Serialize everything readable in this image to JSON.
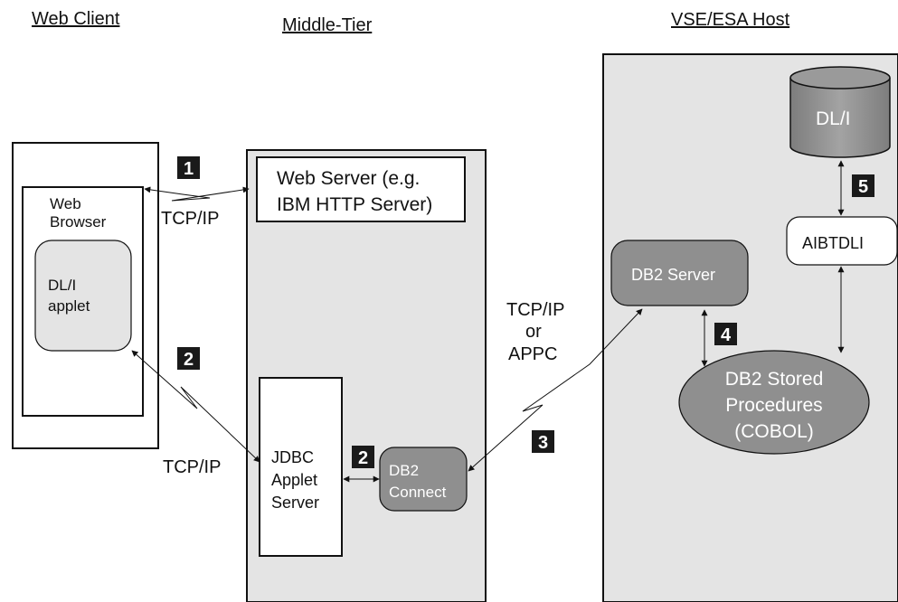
{
  "columns": {
    "web_client": "Web Client",
    "middle_tier": "Middle-Tier",
    "host": "VSE/ESA Host"
  },
  "web_client": {
    "browser_line1": "Web",
    "browser_line2": "Browser",
    "applet_line1": "DL/I",
    "applet_line2": "applet"
  },
  "middle_tier": {
    "web_server_line1": "Web Server (e.g.",
    "web_server_line2": "IBM HTTP Server)",
    "jdbc_line1": "JDBC",
    "jdbc_line2": "Applet",
    "jdbc_line3": "Server",
    "db2connect_line1": "DB2",
    "db2connect_line2": "Connect"
  },
  "host": {
    "dli_db": "DL/I",
    "aibtdli": "AIBTDLI",
    "db2_server": "DB2 Server",
    "stored_line1": "DB2 Stored",
    "stored_line2": "Procedures",
    "stored_line3": "(COBOL)"
  },
  "connections": {
    "tcpip_1": "TCP/IP",
    "tcpip_2": "TCP/IP",
    "host_line1": "TCP/IP",
    "host_line2": "or",
    "host_line3": "APPC"
  },
  "badges": {
    "b1": "1",
    "b2a": "2",
    "b2b": "2",
    "b3": "3",
    "b4": "4",
    "b5": "5"
  },
  "colors": {
    "panel_fill": "#e4e4e4",
    "shape_dark": "#8f8f8f",
    "shape_light": "#e4e4e4",
    "badge": "#1a1a1a"
  }
}
